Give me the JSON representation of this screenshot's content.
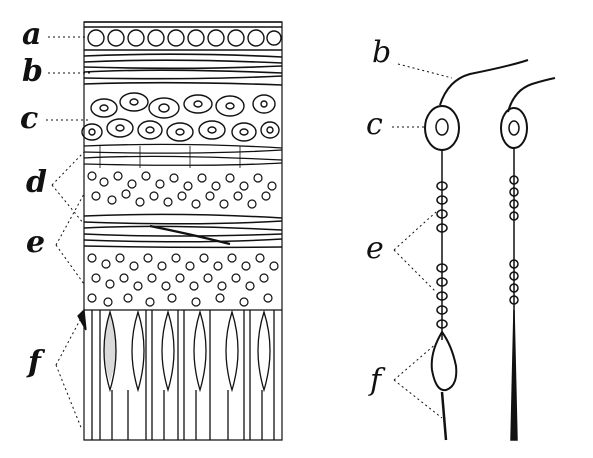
{
  "labels": {
    "left": {
      "a": "a",
      "b": "b",
      "c": "c",
      "d": "d",
      "e": "e",
      "f": "f"
    },
    "right": {
      "b": "b",
      "c": "c",
      "e": "e",
      "f": "f"
    }
  },
  "colors": {
    "ink": "#111111",
    "paper": "#ffffff"
  }
}
